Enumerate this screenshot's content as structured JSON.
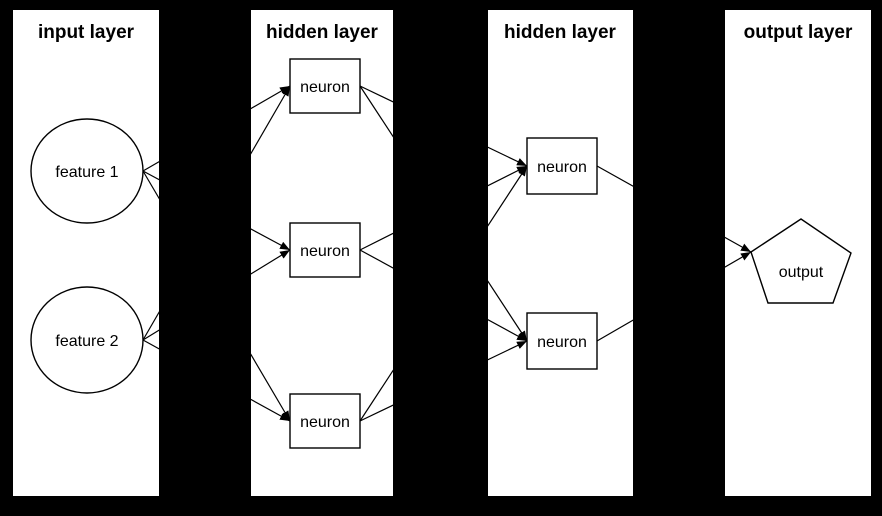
{
  "colors": {
    "background": "#000000",
    "panel_fill": "#ffffff",
    "line": "#000000",
    "text": "#000000"
  },
  "layers": [
    {
      "title": "input layer"
    },
    {
      "title": "hidden layer"
    },
    {
      "title": "hidden layer"
    },
    {
      "title": "output layer"
    }
  ],
  "nodes": [
    {
      "id": "feature1",
      "label": "feature 1",
      "shape": "circle",
      "layer": "input layer"
    },
    {
      "id": "feature2",
      "label": "feature 2",
      "shape": "circle",
      "layer": "input layer"
    },
    {
      "id": "h1n1",
      "label": "neuron",
      "shape": "box",
      "layer": "hidden layer 1"
    },
    {
      "id": "h1n2",
      "label": "neuron",
      "shape": "box",
      "layer": "hidden layer 1"
    },
    {
      "id": "h1n3",
      "label": "neuron",
      "shape": "box",
      "layer": "hidden layer 1"
    },
    {
      "id": "h2n1",
      "label": "neuron",
      "shape": "box",
      "layer": "hidden layer 2"
    },
    {
      "id": "h2n2",
      "label": "neuron",
      "shape": "box",
      "layer": "hidden layer 2"
    },
    {
      "id": "out",
      "label": "output",
      "shape": "pentagon",
      "layer": "output layer"
    }
  ],
  "edges": [
    {
      "from": "feature1",
      "to": "h1n1"
    },
    {
      "from": "feature1",
      "to": "h1n2"
    },
    {
      "from": "feature1",
      "to": "h1n3"
    },
    {
      "from": "feature2",
      "to": "h1n1"
    },
    {
      "from": "feature2",
      "to": "h1n2"
    },
    {
      "from": "feature2",
      "to": "h1n3"
    },
    {
      "from": "h1n1",
      "to": "h2n1"
    },
    {
      "from": "h1n1",
      "to": "h2n2"
    },
    {
      "from": "h1n2",
      "to": "h2n1"
    },
    {
      "from": "h1n2",
      "to": "h2n2"
    },
    {
      "from": "h1n3",
      "to": "h2n1"
    },
    {
      "from": "h1n3",
      "to": "h2n2"
    },
    {
      "from": "h2n1",
      "to": "out"
    },
    {
      "from": "h2n2",
      "to": "out"
    }
  ]
}
